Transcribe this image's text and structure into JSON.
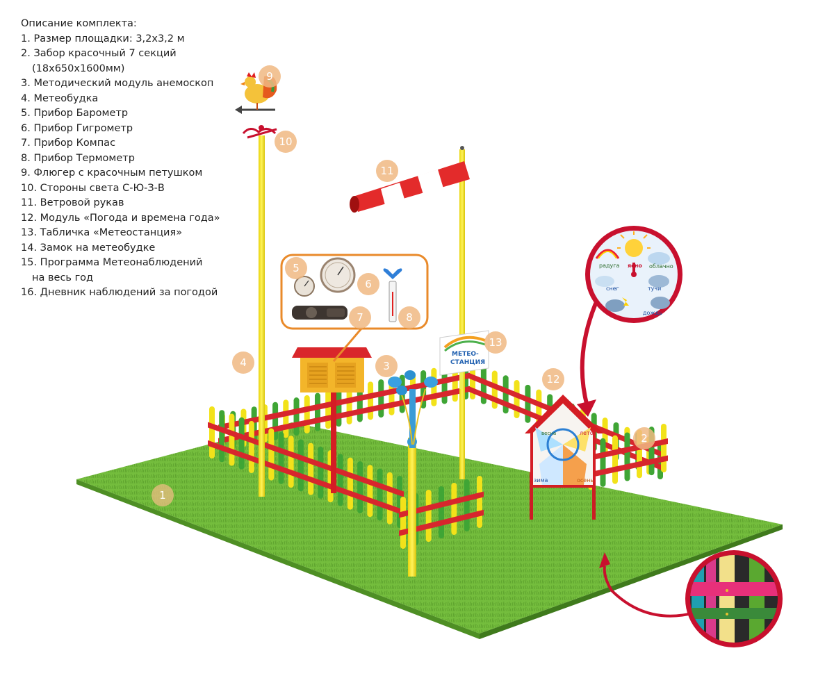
{
  "description": {
    "title": "Описание комплекта:",
    "items": [
      "1. Размер площадки: 3,2х3,2 м",
      "2. Забор красочный  7 секций",
      "(18х650х1600мм)",
      "3. Методический модуль анемоскоп",
      "4. Метеобудка",
      "5. Прибор Барометр",
      "6. Прибор Гигрометр",
      "7. Прибор Компас",
      "8. Прибор Термометр",
      "9. Флюгер с красочным петушком",
      "10. Стороны света С-Ю-З-В",
      "11. Ветровой рукав",
      "12. Модуль «Погода и времена года»",
      "13. Табличка «Метеостанция»",
      "14. Замок на метеобудке",
      "15. Программа Метеонаблюдений",
      "на весь год",
      "16. Дневник наблюдений за погодой"
    ]
  },
  "markers": {
    "m1": "1",
    "m2": "2",
    "m3": "3",
    "m4": "4",
    "m5": "5",
    "m6": "6",
    "m7": "7",
    "m8": "8",
    "m9": "9",
    "m10": "10",
    "m11": "11",
    "m12": "12",
    "m13": "13"
  },
  "sign": {
    "line1": "МЕТЕО-",
    "line2": "СТАНЦИЯ"
  },
  "weather_dial": {
    "top_left": "радуга",
    "top": "ясно",
    "top_right": "облачно",
    "left": "снег",
    "right": "тучи",
    "bottom": "дождь"
  },
  "seasons_board": {
    "top_left": "весна",
    "top_right": "лето",
    "bottom_left": "зима",
    "bottom_right": "осень"
  },
  "colors": {
    "grass": "#6fb83a",
    "fence_yellow": "#f2e21a",
    "fence_green": "#3fa535",
    "fence_red": "#d7262d",
    "callout_red": "#c8102e",
    "instrument_frame": "#e98a2a"
  }
}
